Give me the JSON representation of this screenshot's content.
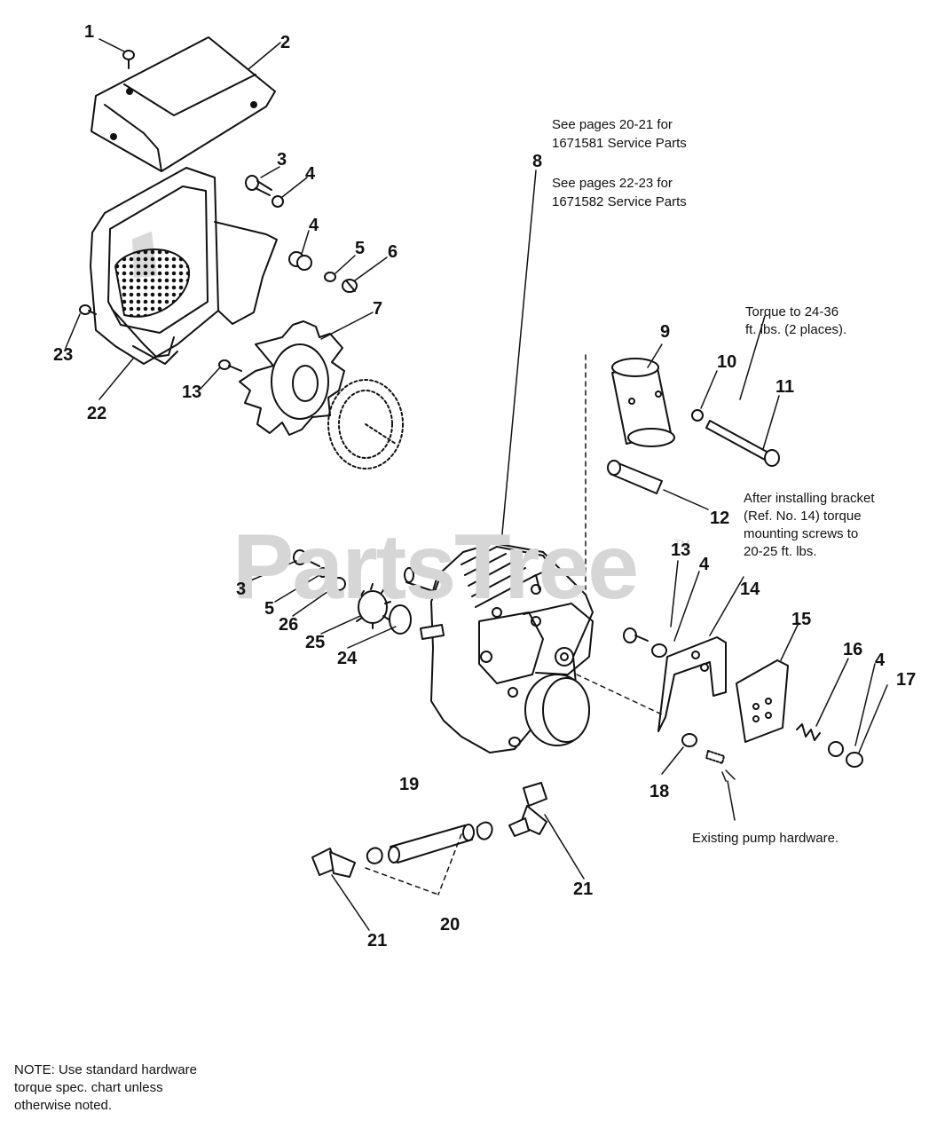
{
  "watermark": {
    "text": "PartsTree",
    "tm": "TM"
  },
  "notes": {
    "service_parts_1": "See pages 20-21 for\n1671581 Service Parts",
    "service_parts_2": "See pages 22-23 for\n1671582 Service Parts",
    "torque_bolts": "Torque to 24-36\nft. lbs. (2 places).",
    "bracket_note": "After installing bracket\n(Ref. No. 14) torque\nmounting screws to\n20-25 ft. lbs.",
    "existing_hardware": "Existing pump hardware.",
    "footer_note": "NOTE: Use standard hardware\ntorque spec. chart unless\notherwise noted."
  },
  "callouts": [
    "1",
    "2",
    "3",
    "4",
    "4",
    "5",
    "6",
    "7",
    "8",
    "9",
    "10",
    "11",
    "12",
    "13",
    "13",
    "4",
    "14",
    "15",
    "16",
    "4",
    "17",
    "18",
    "19",
    "20",
    "21",
    "21",
    "22",
    "23",
    "3",
    "5",
    "26",
    "25",
    "24"
  ]
}
